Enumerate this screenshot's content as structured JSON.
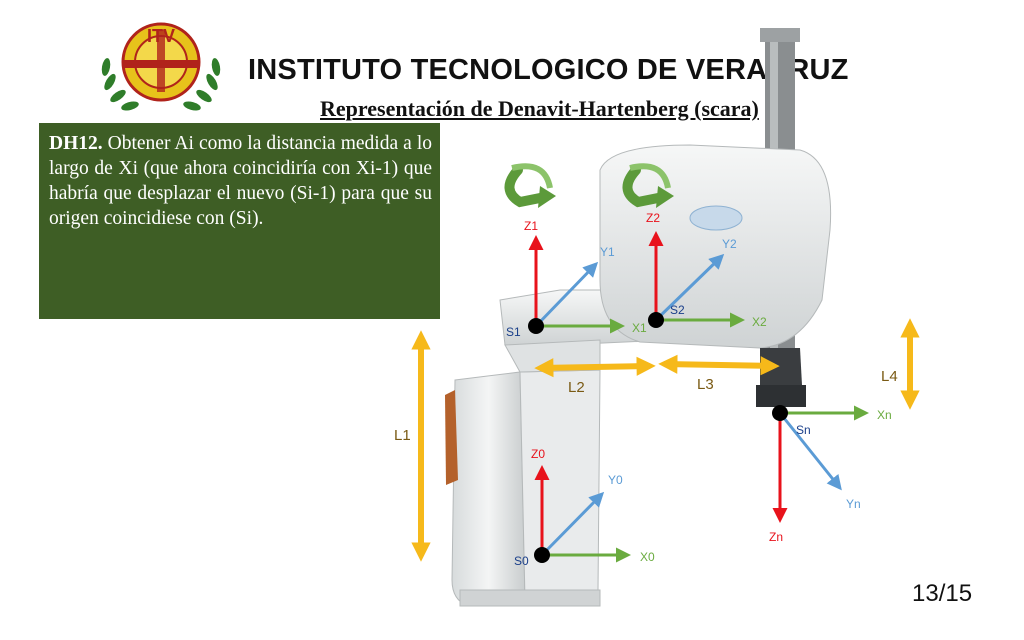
{
  "header": {
    "logo_text": "ITV",
    "title": "INSTITUTO TECNOLOGICO DE VERACRUZ",
    "subtitle": "Representación de Denavit-Hartenberg (scara)"
  },
  "textbox": {
    "label": "DH12.",
    "body": "Obtener Ai como la distancia medida a lo largo de Xi (que ahora coincidiría con Xi-1) que habría que desplazar el nuevo (Si-1) para que su origen coincidiese con (Si)."
  },
  "diagram": {
    "frames": {
      "s0": {
        "origin": "S0",
        "z": "Z0",
        "y": "Y0",
        "x": "X0"
      },
      "s1": {
        "origin": "S1",
        "z": "Z1",
        "y": "Y1",
        "x": "X1"
      },
      "s2": {
        "origin": "S2",
        "z": "Z2",
        "y": "Y2",
        "x": "X2"
      },
      "sn": {
        "origin": "Sn",
        "z": "Zn",
        "y": "Yn",
        "x": "Xn"
      }
    },
    "lengths": {
      "l1": "L1",
      "l2": "L2",
      "l3": "L3",
      "l4": "L4"
    },
    "colors": {
      "z_axis": "#e8121b",
      "y_axis": "#5b9bd5",
      "x_axis": "#6aab3f",
      "length_arrow": "#f6b91a",
      "label": "#7a5a14"
    }
  },
  "footer": {
    "page": "13/15"
  }
}
